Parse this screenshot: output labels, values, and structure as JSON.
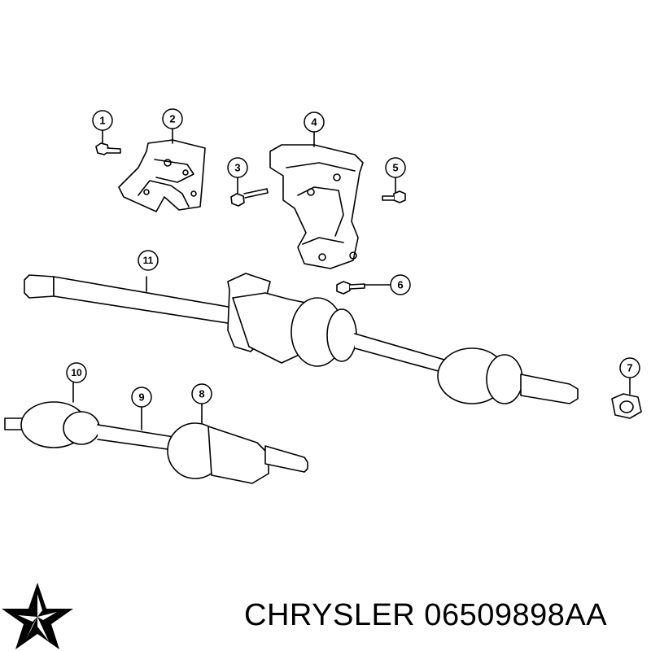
{
  "callouts": [
    "1",
    "2",
    "3",
    "4",
    "5",
    "6",
    "7",
    "8",
    "9",
    "10",
    "11"
  ],
  "footer": {
    "brand": "CHRYSLER",
    "part_number": "06509898AA",
    "caption": "CHRYSLER 06509898AA",
    "logo_icon": "chrysler-pentastar-logo"
  },
  "colors": {
    "line": "#000000",
    "background": "#ffffff",
    "shade": "#e6e6e6"
  }
}
